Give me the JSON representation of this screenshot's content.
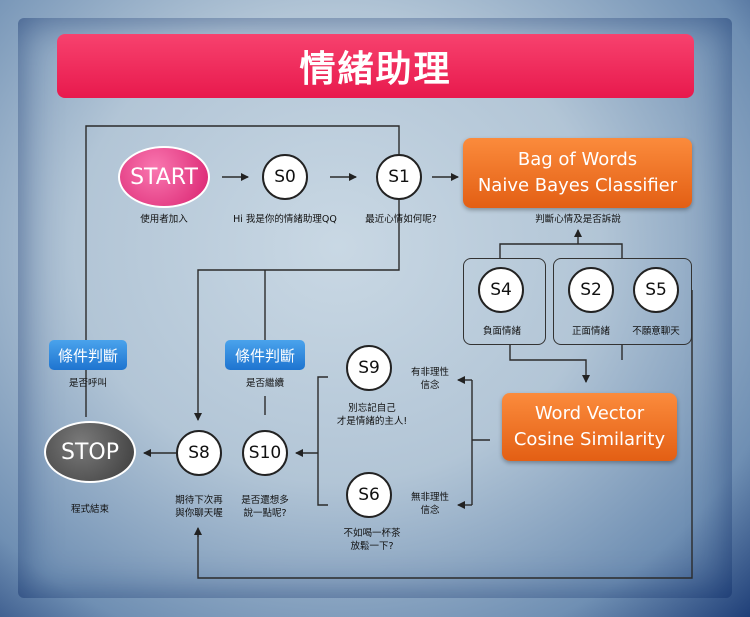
{
  "title": "情緒助理",
  "nodes": {
    "start": "START",
    "stop": "STOP",
    "s0": "S0",
    "s1": "S1",
    "s2": "S2",
    "s4": "S4",
    "s5": "S5",
    "s6": "S6",
    "s8": "S8",
    "s9": "S9",
    "s10": "S10"
  },
  "boxes": {
    "classifier_line1": "Bag of Words",
    "classifier_line2": "Naive Bayes Classifier",
    "vector_line1": "Word Vector",
    "vector_line2": "Cosine Similarity",
    "condition_left": "條件判斷",
    "condition_mid": "條件判斷"
  },
  "labels": {
    "start": "使用者加入",
    "s0": "Hi 我是你的情緒助理QQ",
    "s1": "最近心情如何呢?",
    "classifier": "判斷心情及是否訴說",
    "s4": "負面情緒",
    "s2": "正面情緒",
    "s5": "不願意聊天",
    "condition_left": "是否呼叫",
    "condition_mid": "是否繼續",
    "stop": "程式結束",
    "s8_line1": "期待下次再",
    "s8_line2": "與你聊天喔",
    "s10_line1": "是否還想多",
    "s10_line2": "說一點呢?",
    "s9_right_line1": "有非理性",
    "s9_right_line2": "信念",
    "s9_below_line1": "別忘記自己",
    "s9_below_line2": "才是情緒的主人!",
    "s6_right_line1": "無非理性",
    "s6_right_line2": "信念",
    "s6_below_line1": "不如喝一杯茶",
    "s6_below_line2": "放鬆一下?"
  },
  "colors": {
    "title": "#e8194d",
    "start": "#e33a86",
    "stop": "#4a4a4a",
    "orange_box": "#f07022",
    "condition": "#2a84dc"
  }
}
